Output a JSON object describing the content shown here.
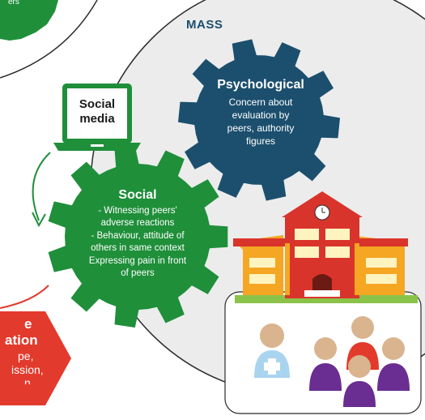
{
  "colors": {
    "mass_circle": "#ececec",
    "outline": "#2b2b2b",
    "green": "#1f8f3a",
    "navy": "#1c4f6e",
    "red_hex": "#e23a2c",
    "mass_label": "#1c4f6e",
    "school_red": "#d9342b",
    "school_orange": "#f5a623"
  },
  "top_left_fragment": "ers",
  "mass": {
    "label": "MASS"
  },
  "social_media": {
    "line1": "Social",
    "line2": "media"
  },
  "psychological": {
    "title": "Psychological",
    "lines": [
      "Concern about",
      "evaluation by",
      "peers, authority",
      "figures"
    ]
  },
  "social": {
    "title": "Social",
    "lines": [
      "- Witnessing peers'",
      "adverse reactions",
      "- Behaviour, attitude of",
      "others in same context",
      "Expressing pain in front",
      "of peers"
    ]
  },
  "hexagon": {
    "lines": [
      "e",
      "ation",
      "pe,",
      "ission,",
      "n"
    ]
  },
  "icons": {
    "laptop": "laptop-icon",
    "school": "school-building-icon",
    "people": "people-group-icon",
    "nurse": "nurse-icon"
  }
}
